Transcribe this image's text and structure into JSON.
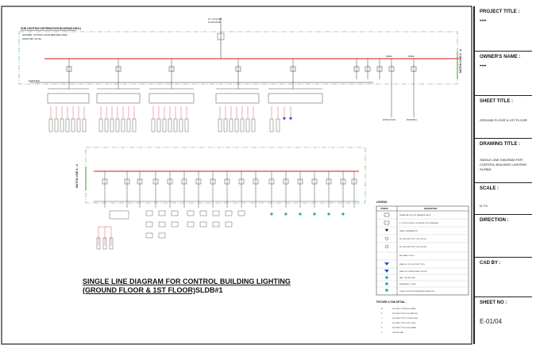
{
  "diagram": {
    "board_title": "SUB LIGHTING DISTRIBUTION BOARD(SLDB#1)",
    "board_note_1": "INCOMER: CONTROL ROOM BREAKER PANEL",
    "board_note_2": "FROM LDB / 3P 40A",
    "match_line_1": "MATCH LINE A - A",
    "match_line_2": "MATCH LINE A - A",
    "title_line_1": "SINGLE LINE DIAGRAM FOR CONTROL BUILDING LIGHTING",
    "title_line_2": "(GROUND FLOOR & 1ST FLOOR)",
    "title_tag": "SLDB#1",
    "legend_heading": "LEGEND :",
    "legend_col_1": "SYMBOL",
    "legend_col_2": "DESCRIPTION",
    "fixture_heading": "FIXTURE & FAN DETAIL :",
    "legend_rows": [
      "MINIATURE CIRCUIT BREAKER (MCB)",
      "4 P. RCCB / RCBO / ISOLATOR WITH TERMINAL",
      "CABLE TERMINATION",
      "NO DESCRIPTIVE TYPE SWITCH",
      "NO DESCRIPTIVE TYPE SOCKET",
      "BUS BAR L1/L2/L3",
      "WIRE NO. 2P+E SOCKET TYPE",
      "WIRE 3P+E INDUSTRIAL SOCKET",
      "FAN / CEILING FAN",
      "EMERGENCY LIGHT",
      "CLASS TYPE FIXTURE REFER SCHEDULE"
    ],
    "fixture_rows": [
      "FIXTURE TYPE A LED PANEL",
      "FIXTURE TYPE B LED BATTEN",
      "FIXTURE TYPE C DOWN LIGHT",
      "FIXTURE TYPE D EXIT SIGN",
      "FIXTURE TYPE E BULKHEAD",
      "CEILING FAN"
    ]
  },
  "title_block": {
    "project_title_label": "PROJECT TITLE :",
    "project_title_value": "••••",
    "owner_label": "OWNER'S NAME :",
    "owner_value": "••••",
    "sheet_title_label": "SHEET TITLE :",
    "sheet_title_value": "GROUND FLOOR & 1ST FLOOR",
    "drawing_title_label": "DRAWING TITLE :",
    "drawing_title_value_1": "SINGLE LINE DIAGRAM FOR",
    "drawing_title_value_2": "CONTROL BUILDING LIGHTING",
    "drawing_title_value_3": "SLDB#1",
    "scale_label": "SCALE :",
    "scale_value": "N.T.S.",
    "direction_label": "DIRECTION :",
    "cad_label": "CAD BY :",
    "sheet_no_label": "SHEET NO :",
    "sheet_no_value": "E-01/04"
  },
  "colors": {
    "busbar": "#e0464a",
    "boundary": "#4caf50",
    "line": "#222222",
    "symbol_blue": "#2b4fd6",
    "symbol_cyan": "#2aa7a0"
  }
}
